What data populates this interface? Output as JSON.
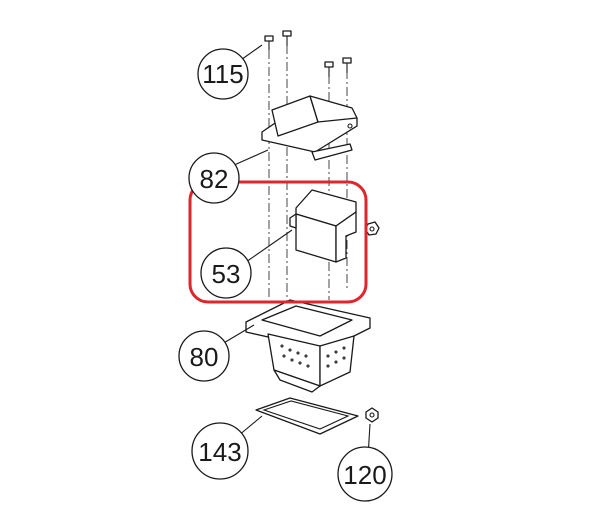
{
  "diagram": {
    "callouts": [
      {
        "id": "115",
        "label": "115"
      },
      {
        "id": "82",
        "label": "82"
      },
      {
        "id": "53",
        "label": "53"
      },
      {
        "id": "80",
        "label": "80"
      },
      {
        "id": "143",
        "label": "143"
      },
      {
        "id": "120",
        "label": "120"
      }
    ],
    "highlight_color": "#e0262b",
    "line_color": "#1a1a1a"
  }
}
